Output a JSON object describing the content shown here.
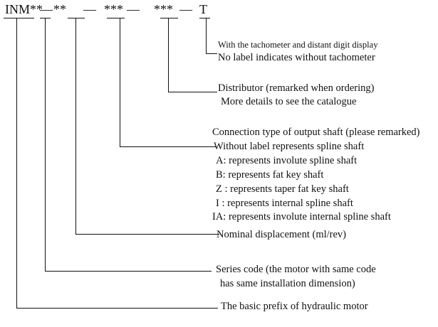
{
  "code": {
    "prefix": "INM**",
    "dash1": "—",
    "series": "**",
    "dash2": "—",
    "displacement": "***",
    "dash3": "—",
    "shaft": "***",
    "dash4": "—",
    "tacho": "T"
  },
  "labels": {
    "tachometer": {
      "line1": "With the tachometer and distant digit display",
      "line2": "No label indicates without tachometer"
    },
    "distributor": {
      "line1": "Distributor (remarked when ordering)",
      "line2": "More details to see the catalogue"
    },
    "connection": {
      "title": "Connection type of output shaft (please remarked)",
      "items": [
        "Without label represents spline shaft",
        "A: represents involute spline shaft",
        "B: represents fat key shaft",
        "Z : represents taper fat key shaft",
        "I : represents internal spline shaft",
        "IA: represents involute internal spline shaft"
      ]
    },
    "displacement": "Nominal displacement (ml/rev)",
    "series": {
      "line1": "Series code (the motor with same code",
      "line2": "has same installation dimension)"
    },
    "prefix": "The basic prefix of hydraulic motor"
  }
}
